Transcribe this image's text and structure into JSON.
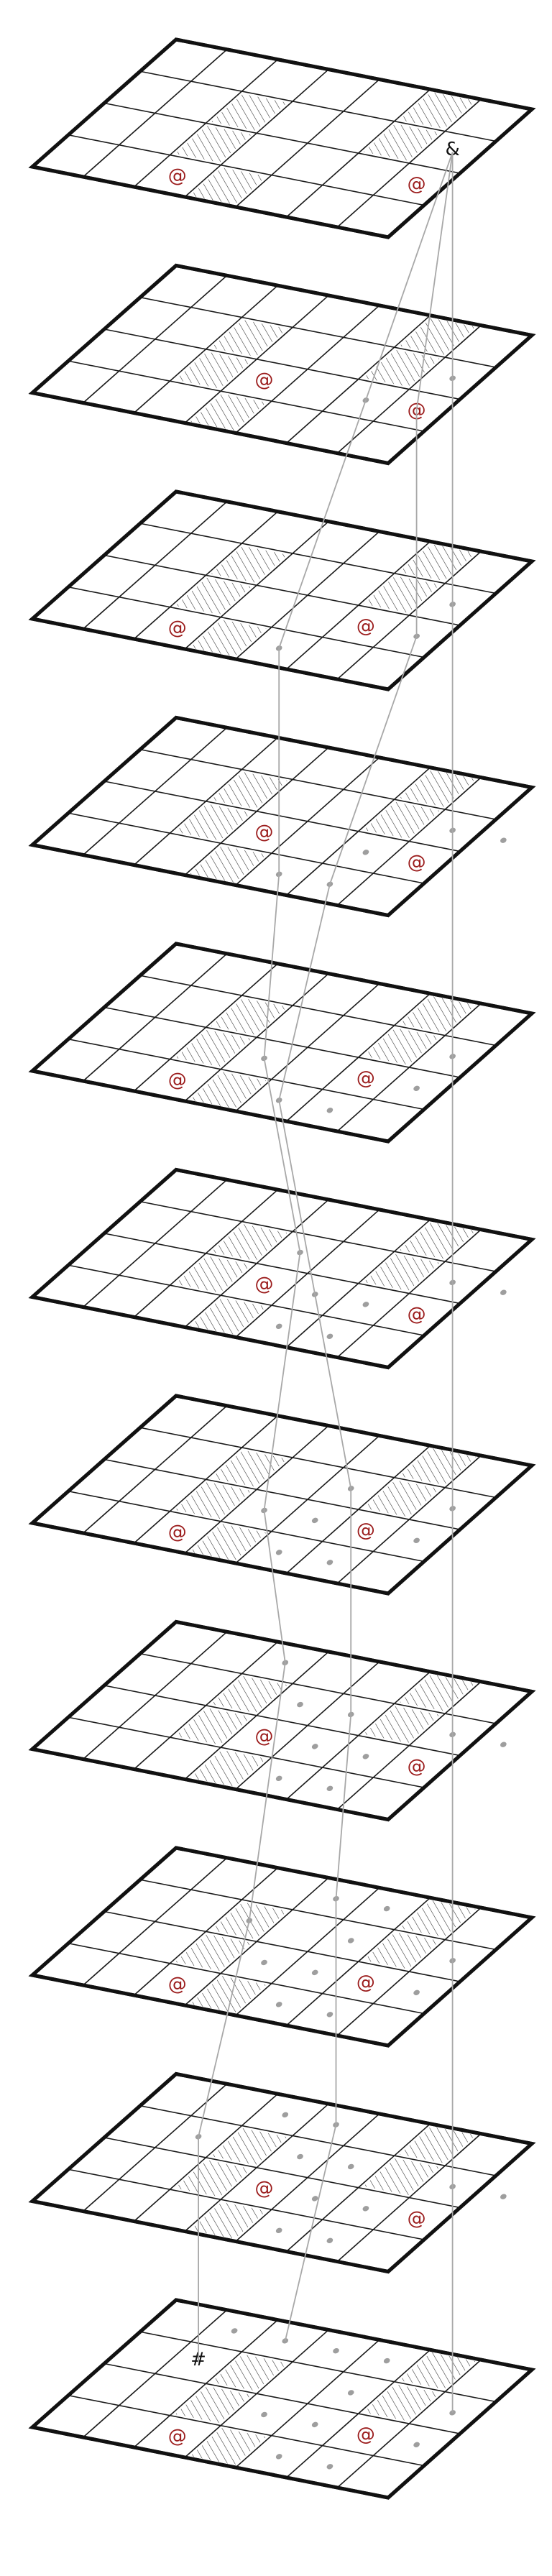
{
  "colors": {
    "background": "#ffffff",
    "outline": "#111111",
    "grid": "#1a1a1a",
    "hatch": "#2a2a2a",
    "target_glyph": "#9b1c1c",
    "dot": "#9e9e9e",
    "trail": "#a8a8a8",
    "agent_glyph": "#111111"
  },
  "grid": {
    "columns": 7,
    "rows": 4
  },
  "glyphs": {
    "target": "@",
    "agent_start": "&",
    "agent_end": "#"
  },
  "layers": [
    {
      "layer": 1,
      "obstacles": [
        [
          2,
          1
        ],
        [
          2,
          2
        ],
        [
          5,
          0
        ],
        [
          5,
          1
        ],
        [
          3,
          3
        ]
      ],
      "targets": [
        [
          6,
          2
        ],
        [
          2,
          3
        ]
      ],
      "agent": [
        6,
        1
      ],
      "agent_glyph": "agent_start",
      "dots": []
    },
    {
      "layer": 2,
      "obstacles": [
        [
          2,
          1
        ],
        [
          2,
          2
        ],
        [
          5,
          0
        ],
        [
          5,
          1
        ],
        [
          3,
          3
        ]
      ],
      "targets": [
        [
          3,
          2
        ],
        [
          6,
          2
        ]
      ],
      "dots": [
        [
          6,
          1
        ],
        [
          5,
          2
        ]
      ]
    },
    {
      "layer": 3,
      "obstacles": [
        [
          2,
          1
        ],
        [
          2,
          2
        ],
        [
          5,
          0
        ],
        [
          5,
          1
        ],
        [
          3,
          3
        ]
      ],
      "targets": [
        [
          5,
          2
        ],
        [
          2,
          3
        ]
      ],
      "dots": [
        [
          6,
          1
        ],
        [
          6,
          2
        ],
        [
          4,
          3
        ]
      ]
    },
    {
      "layer": 4,
      "obstacles": [
        [
          2,
          1
        ],
        [
          2,
          2
        ],
        [
          5,
          0
        ],
        [
          5,
          1
        ],
        [
          3,
          3
        ]
      ],
      "targets": [
        [
          3,
          2
        ],
        [
          6,
          2
        ]
      ],
      "dots": [
        [
          6,
          1
        ],
        [
          5,
          2
        ],
        [
          4,
          3
        ],
        [
          5,
          3
        ],
        [
          7,
          1
        ]
      ]
    },
    {
      "layer": 5,
      "obstacles": [
        [
          2,
          1
        ],
        [
          2,
          2
        ],
        [
          5,
          0
        ],
        [
          5,
          1
        ],
        [
          3,
          3
        ]
      ],
      "targets": [
        [
          5,
          2
        ],
        [
          2,
          3
        ]
      ],
      "dots": [
        [
          6,
          1
        ],
        [
          6,
          2
        ],
        [
          4,
          3
        ],
        [
          5,
          3
        ],
        [
          3,
          2
        ]
      ]
    },
    {
      "layer": 6,
      "obstacles": [
        [
          2,
          1
        ],
        [
          2,
          2
        ],
        [
          5,
          0
        ],
        [
          5,
          1
        ],
        [
          3,
          3
        ]
      ],
      "targets": [
        [
          3,
          2
        ],
        [
          6,
          2
        ]
      ],
      "dots": [
        [
          6,
          1
        ],
        [
          5,
          2
        ],
        [
          4,
          3
        ],
        [
          5,
          3
        ],
        [
          3,
          1
        ],
        [
          7,
          1
        ],
        [
          4,
          2
        ]
      ]
    },
    {
      "layer": 7,
      "obstacles": [
        [
          2,
          1
        ],
        [
          2,
          2
        ],
        [
          5,
          0
        ],
        [
          5,
          1
        ],
        [
          3,
          3
        ]
      ],
      "targets": [
        [
          5,
          2
        ],
        [
          2,
          3
        ]
      ],
      "dots": [
        [
          6,
          1
        ],
        [
          6,
          2
        ],
        [
          4,
          3
        ],
        [
          5,
          3
        ],
        [
          3,
          2
        ],
        [
          4,
          1
        ],
        [
          4,
          2
        ]
      ]
    },
    {
      "layer": 8,
      "obstacles": [
        [
          2,
          1
        ],
        [
          2,
          2
        ],
        [
          5,
          0
        ],
        [
          5,
          1
        ],
        [
          3,
          3
        ]
      ],
      "targets": [
        [
          3,
          2
        ],
        [
          6,
          2
        ]
      ],
      "dots": [
        [
          6,
          1
        ],
        [
          5,
          2
        ],
        [
          4,
          3
        ],
        [
          5,
          3
        ],
        [
          3,
          1
        ],
        [
          7,
          1
        ],
        [
          4,
          2
        ],
        [
          2,
          0
        ],
        [
          4,
          1
        ]
      ]
    },
    {
      "layer": 9,
      "obstacles": [
        [
          2,
          1
        ],
        [
          2,
          2
        ],
        [
          5,
          0
        ],
        [
          5,
          1
        ],
        [
          3,
          3
        ]
      ],
      "targets": [
        [
          5,
          2
        ],
        [
          2,
          3
        ]
      ],
      "dots": [
        [
          6,
          1
        ],
        [
          6,
          2
        ],
        [
          4,
          3
        ],
        [
          5,
          3
        ],
        [
          3,
          2
        ],
        [
          4,
          1
        ],
        [
          4,
          2
        ],
        [
          3,
          0
        ],
        [
          2,
          1
        ],
        [
          4,
          0
        ]
      ]
    },
    {
      "layer": 10,
      "obstacles": [
        [
          2,
          1
        ],
        [
          2,
          2
        ],
        [
          5,
          0
        ],
        [
          5,
          1
        ],
        [
          3,
          3
        ]
      ],
      "targets": [
        [
          3,
          2
        ],
        [
          6,
          2
        ]
      ],
      "dots": [
        [
          6,
          1
        ],
        [
          5,
          2
        ],
        [
          4,
          3
        ],
        [
          5,
          3
        ],
        [
          3,
          1
        ],
        [
          7,
          1
        ],
        [
          4,
          2
        ],
        [
          2,
          0
        ],
        [
          4,
          1
        ],
        [
          1,
          1
        ],
        [
          3,
          0
        ]
      ]
    },
    {
      "layer": 11,
      "obstacles": [
        [
          2,
          1
        ],
        [
          2,
          2
        ],
        [
          5,
          0
        ],
        [
          5,
          1
        ],
        [
          3,
          3
        ]
      ],
      "targets": [
        [
          5,
          2
        ],
        [
          2,
          3
        ]
      ],
      "agent": [
        1,
        1
      ],
      "agent_glyph": "agent_end",
      "dots": [
        [
          6,
          1
        ],
        [
          6,
          2
        ],
        [
          4,
          3
        ],
        [
          5,
          3
        ],
        [
          3,
          2
        ],
        [
          4,
          1
        ],
        [
          4,
          2
        ],
        [
          3,
          0
        ],
        [
          2,
          0
        ],
        [
          4,
          0
        ],
        [
          1,
          0
        ]
      ]
    }
  ],
  "trails": [
    [
      [
        1,
        6,
        1
      ],
      [
        2,
        6,
        1
      ],
      [
        3,
        6,
        1
      ],
      [
        4,
        6,
        1
      ],
      [
        5,
        6,
        1
      ],
      [
        6,
        6,
        1
      ],
      [
        7,
        6,
        1
      ],
      [
        8,
        6,
        1
      ],
      [
        9,
        6,
        1
      ],
      [
        10,
        6,
        1
      ],
      [
        11,
        6,
        1
      ]
    ],
    [
      [
        1,
        6,
        1
      ],
      [
        2,
        5,
        2
      ],
      [
        3,
        4,
        3
      ],
      [
        4,
        4,
        3
      ],
      [
        5,
        3,
        2
      ],
      [
        6,
        3,
        1
      ],
      [
        7,
        3,
        2
      ],
      [
        8,
        2,
        0
      ],
      [
        9,
        2,
        1
      ],
      [
        10,
        1,
        1
      ],
      [
        11,
        1,
        1
      ]
    ],
    [
      [
        1,
        6,
        1
      ],
      [
        2,
        6,
        2
      ],
      [
        3,
        6,
        2
      ],
      [
        4,
        5,
        3
      ],
      [
        5,
        4,
        3
      ],
      [
        6,
        4,
        2
      ],
      [
        7,
        4,
        1
      ],
      [
        8,
        4,
        1
      ],
      [
        9,
        3,
        0
      ],
      [
        10,
        3,
        0
      ],
      [
        11,
        2,
        0
      ]
    ]
  ]
}
